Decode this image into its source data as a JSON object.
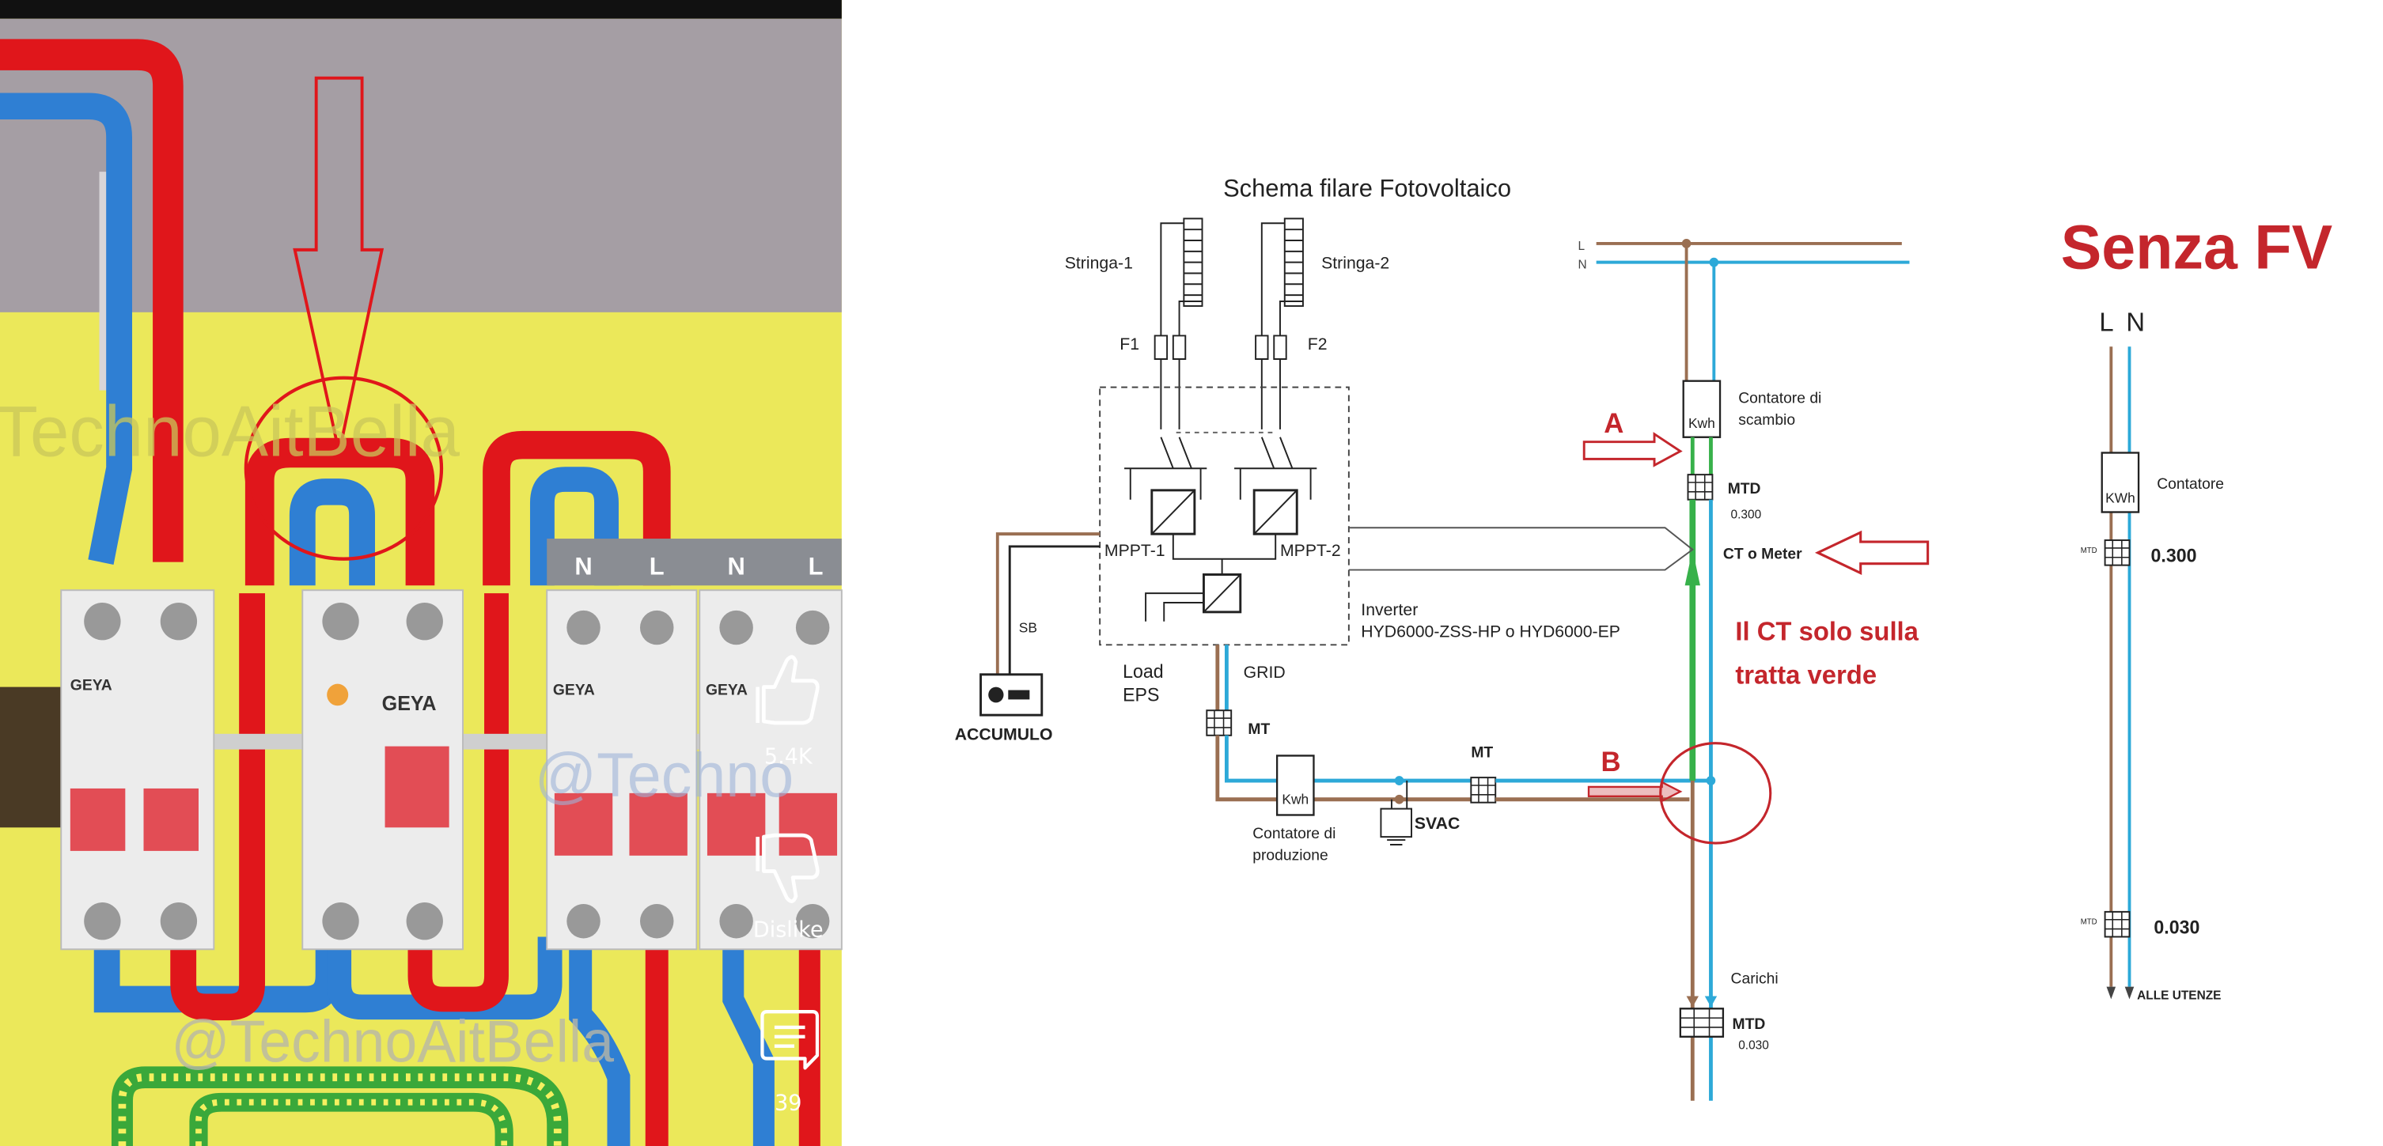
{
  "video_panel": {
    "busbar_labels": [
      "N",
      "L",
      "N",
      "L"
    ],
    "breaker_brand": "GEYA",
    "rcd_brand": "GEYA",
    "watermark_top": "@TechnoAitBella",
    "watermark_mid": "@Techno",
    "watermark_bottom": "@TechnoAitBella",
    "like_count": "5.4K",
    "dislike_label": "Dislike",
    "comment_count": "39",
    "icons": [
      "thumbs-up-icon",
      "thumbs-down-icon",
      "comment-icon"
    ]
  },
  "schematic": {
    "title": "Schema filare Fotovoltaico",
    "stringa1": "Stringa-1",
    "stringa2": "Stringa-2",
    "f1": "F1",
    "f2": "F2",
    "mppt1": "MPPT-1",
    "mppt2": "MPPT-2",
    "sb": "SB",
    "accumulo": "ACCUMULO",
    "load_eps_1": "Load",
    "load_eps_2": "EPS",
    "grid": "GRID",
    "inverter_1": "Inverter",
    "inverter_2": "HYD6000-ZSS-HP o HYD6000-EP",
    "mt_left": "MT",
    "mt_right": "MT",
    "kwh_prod": "Kwh",
    "contatore_prod_1": "Contatore di",
    "contatore_prod_2": "produzione",
    "svac": "SVAC",
    "line_l": "L",
    "line_n": "N",
    "kwh_scambio": "Kwh",
    "contatore_scambio_1": "Contatore di",
    "contatore_scambio_2": "scambio",
    "mtd_top": "MTD",
    "mtd_top_val": "0.300",
    "ct_meter": "CT o Meter",
    "annot_a": "A",
    "annot_b": "B",
    "ct_note_1": "Il CT solo sulla",
    "ct_note_2": "tratta verde",
    "carichi": "Carichi",
    "mtd_bottom": "MTD",
    "mtd_bottom_val": "0.030"
  },
  "senza_fv": {
    "title": "Senza FV",
    "l": "L",
    "n": "N",
    "kwh": "KWh",
    "contatore": "Contatore",
    "mtd1_small": "MTD",
    "val1": "0.300",
    "mtd2_small": "MTD",
    "val2": "0.030",
    "alle_utenze": "ALLE UTENZE"
  },
  "colors": {
    "wire_red": "#e0161b",
    "wire_blue": "#2f7fd3",
    "panel_yellow": "#ecea55",
    "wire_brown": "#9a6f52",
    "wire_cyan": "#2da9d8",
    "wire_green": "#37b14a",
    "annot_red": "#c4262c"
  }
}
